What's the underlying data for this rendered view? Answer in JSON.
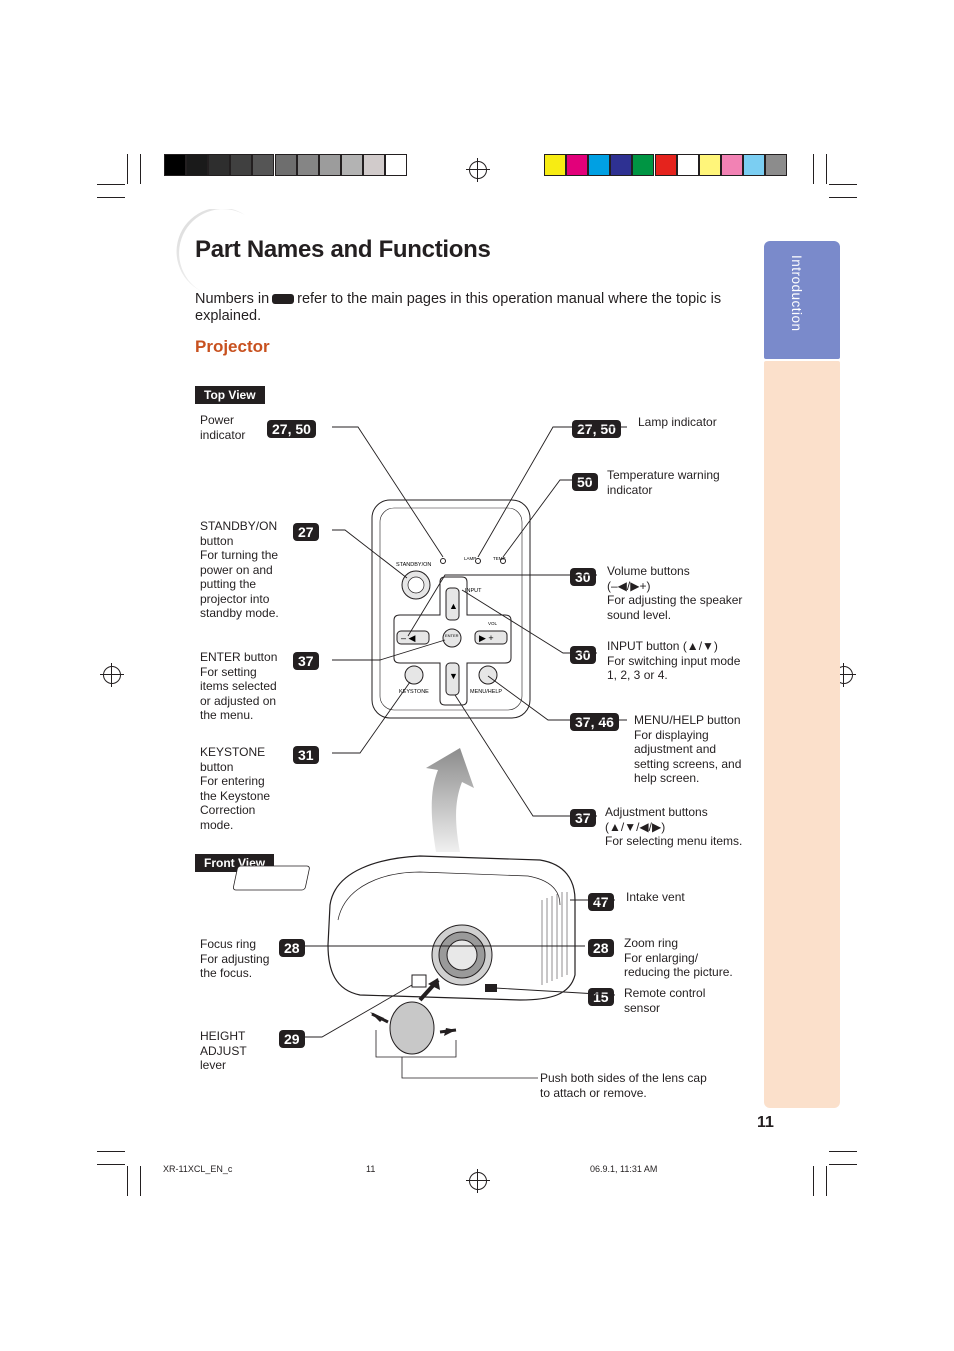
{
  "page": {
    "title": "Part Names and Functions",
    "intro_before": "Numbers in",
    "intro_after": "refer to the main pages in this operation manual where the topic is explained.",
    "section_heading": "Projector",
    "page_number": "11",
    "sidebar_label": "Introduction"
  },
  "views": {
    "top": "Top View",
    "front": "Front View"
  },
  "callouts": [
    {
      "id": "power-indicator",
      "badge": "27, 50",
      "lines": [
        "Power",
        "indicator"
      ]
    },
    {
      "id": "lamp-indicator",
      "badge": "27, 50",
      "lines": [
        "Lamp indicator"
      ]
    },
    {
      "id": "temperature-warning-indicator",
      "badge": "50",
      "lines": [
        "Temperature warning",
        "indicator"
      ]
    },
    {
      "id": "standby-on-button",
      "badge": "27",
      "lines": [
        "STANDBY/ON",
        "button",
        "For turning the",
        "power on and",
        "putting the",
        "projector into",
        "standby mode."
      ]
    },
    {
      "id": "volume-buttons",
      "badge": "30",
      "lines": [
        "Volume buttons",
        "(–◀/▶+)",
        "For adjusting the speaker",
        "sound level."
      ]
    },
    {
      "id": "input-button",
      "badge": "30",
      "lines": [
        "INPUT button (▲/▼)",
        "For switching input mode",
        "1, 2, 3 or 4."
      ]
    },
    {
      "id": "enter-button",
      "badge": "37",
      "lines": [
        "ENTER button",
        "For setting",
        "items selected",
        "or adjusted on",
        "the menu."
      ]
    },
    {
      "id": "menu-help-button",
      "badge": "37, 46",
      "lines": [
        "MENU/HELP button",
        "For displaying",
        "adjustment and",
        "setting screens, and",
        "help screen."
      ]
    },
    {
      "id": "keystone-button",
      "badge": "31",
      "lines": [
        "KEYSTONE",
        "button",
        "For entering",
        "the Keystone",
        "Correction",
        "mode."
      ]
    },
    {
      "id": "adjustment-buttons",
      "badge": "37",
      "lines": [
        "Adjustment buttons",
        "(▲/▼/◀/▶)",
        "For selecting menu items."
      ]
    },
    {
      "id": "intake-vent",
      "badge": "47",
      "lines": [
        "Intake vent"
      ]
    },
    {
      "id": "focus-ring",
      "badge": "28",
      "lines": [
        "Focus ring",
        "For adjusting",
        "the focus."
      ]
    },
    {
      "id": "zoom-ring",
      "badge": "28",
      "lines": [
        "Zoom ring",
        "For enlarging/",
        "reducing the picture."
      ]
    },
    {
      "id": "remote-control-sensor",
      "badge": "15",
      "lines": [
        "Remote control",
        "sensor"
      ]
    },
    {
      "id": "height-adjust-lever",
      "badge": "29",
      "lines": [
        "HEIGHT",
        "ADJUST",
        "lever"
      ]
    }
  ],
  "lens_cap_note": [
    "Push both sides of the lens cap",
    "to attach or remove."
  ],
  "panel_labels": {
    "standby": "STANDBY/ON",
    "lamp": "LAMP",
    "temp": "TEMP.",
    "input": "INPUT",
    "vol": "VOL",
    "enter": "ENTER",
    "keystone": "KEYSTONE",
    "menu": "MENU/HELP"
  },
  "footer": {
    "file": "XR-11XCL_EN_c",
    "page": "11",
    "date": "06.9.1, 11:31 AM"
  },
  "colors": {
    "title_accent": "#c8511f",
    "sidebar_blue": "#7a8acb",
    "sidebar_peach": "#fbe0cb",
    "badge": "#231f20",
    "grey_swatches": [
      "#000000",
      "#1a1a1a",
      "#2e2e2e",
      "#404040",
      "#555555",
      "#6e6e6e",
      "#858585",
      "#9c9c9c",
      "#b3b3b3",
      "#d1cbcb",
      "#ffffff"
    ],
    "color_swatches": [
      "#f7ec13",
      "#e2007a",
      "#00a0e3",
      "#2e3192",
      "#009543",
      "#e5231d",
      "#ffffff",
      "#fff57a",
      "#f282b4",
      "#7bcef2",
      "#8c8c8c"
    ]
  }
}
